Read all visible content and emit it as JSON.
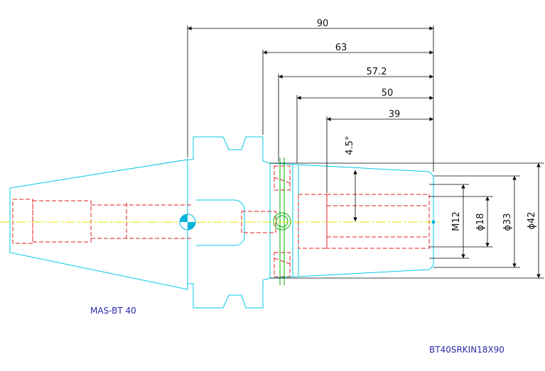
{
  "dimensions": {
    "len_90": "90",
    "len_63": "63",
    "len_57_2": "57.2",
    "len_50": "50",
    "len_39": "39",
    "angle": "4.5°",
    "dia_m12": "M12",
    "dia_18": "ϕ18",
    "dia_33": "ϕ33",
    "dia_42": "ϕ42"
  },
  "labels": {
    "taper_standard": "MAS-BT 40",
    "part_number": "BT40SRKIN18X90"
  },
  "colors": {
    "outline": "#00c8e6",
    "hidden": "#e02020",
    "dimension": "#000000",
    "centerline": "#e6e600",
    "accent": "#00b000",
    "label": "#2a2aa8",
    "marker": "#00b4dc"
  }
}
